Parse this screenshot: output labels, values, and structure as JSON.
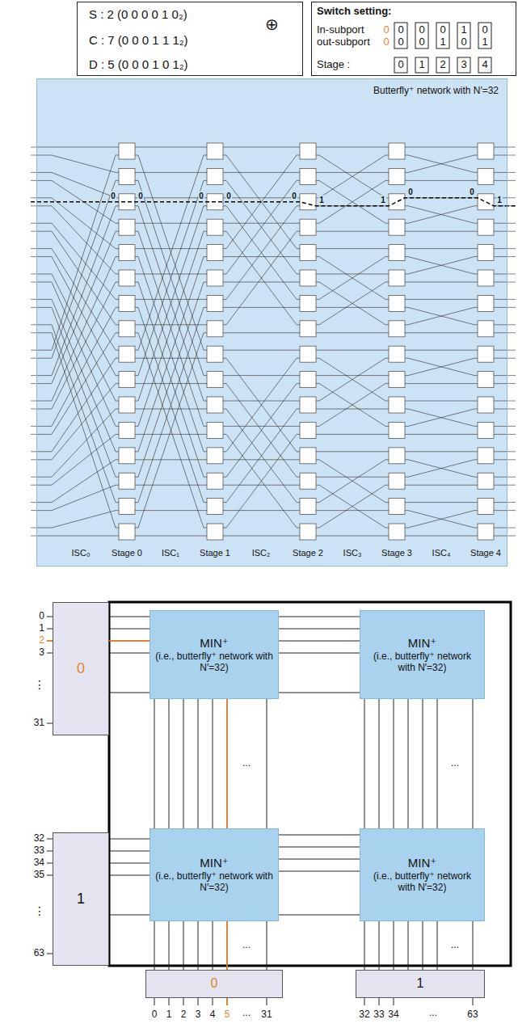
{
  "diagram": {
    "nodes": [
      {
        "text": [
          "S : 2 (0 0 0 0 1 0₂)",
          "⊕",
          "C : 7 (0 0 0 1 1 1₂)",
          "D : 5 (0 0 0 1 0 1₂)"
        ]
      },
      {
        "text": [
          "Switch setting:",
          "In-subport",
          "out-subport",
          "Stage :"
        ]
      },
      {
        "text": [
          "Butterfly⁺ network with N′=32"
        ]
      },
      {
        "text": [
          "0"
        ]
      },
      {
        "text": [
          "MIN⁺",
          "(i.e., butterfly⁺ network with N′=32)"
        ]
      },
      {
        "text": [
          "MIN⁺",
          "(i.e., butterfly⁺ network with N′=32)"
        ]
      },
      {
        "text": [
          "1"
        ]
      },
      {
        "text": [
          "MIN⁺",
          "(i.e., butterfly⁺ network with N′=32)"
        ]
      },
      {
        "text": [
          "MIN⁺",
          "(i.e., butterfly⁺ network with N′=32)"
        ]
      },
      {
        "text": [
          "0"
        ]
      },
      {
        "text": [
          "1"
        ]
      }
    ],
    "edges": [
      {
        "from": 3,
        "to": 4,
        "arrow": "none"
      },
      {
        "from": 4,
        "to": 5,
        "arrow": "none"
      },
      {
        "from": 6,
        "to": 7,
        "arrow": "none"
      },
      {
        "from": 7,
        "to": 8,
        "arrow": "none"
      },
      {
        "from": 4,
        "to": 7,
        "arrow": "none"
      },
      {
        "from": 5,
        "to": 8,
        "arrow": "none"
      },
      {
        "from": 7,
        "to": 9,
        "arrow": "none"
      },
      {
        "from": 8,
        "to": 10,
        "arrow": "none"
      }
    ],
    "labels": [
      "0",
      "0",
      "0",
      "0",
      "1",
      "0",
      "0",
      "0",
      "0",
      "1",
      "0",
      "1",
      "0",
      "1",
      "2",
      "3",
      "4",
      "0",
      "0",
      "0",
      "0",
      "0",
      "1",
      "1",
      "0",
      "0",
      "1",
      "ISC₀",
      "Stage 0",
      "ISC₁",
      "Stage 1",
      "ISC₂",
      "Stage 2",
      "ISC₃",
      "Stage 3",
      "ISC₄",
      "Stage 4",
      "0",
      "1",
      "2",
      "3",
      "⋮",
      "31",
      "32",
      "33",
      "34",
      "35",
      "⋮",
      "63",
      "...",
      "...",
      "...",
      "...",
      "0",
      "1",
      "2",
      "3",
      "4",
      "5",
      "...",
      "31",
      "32",
      "33",
      "34",
      "...",
      "63"
    ]
  }
}
